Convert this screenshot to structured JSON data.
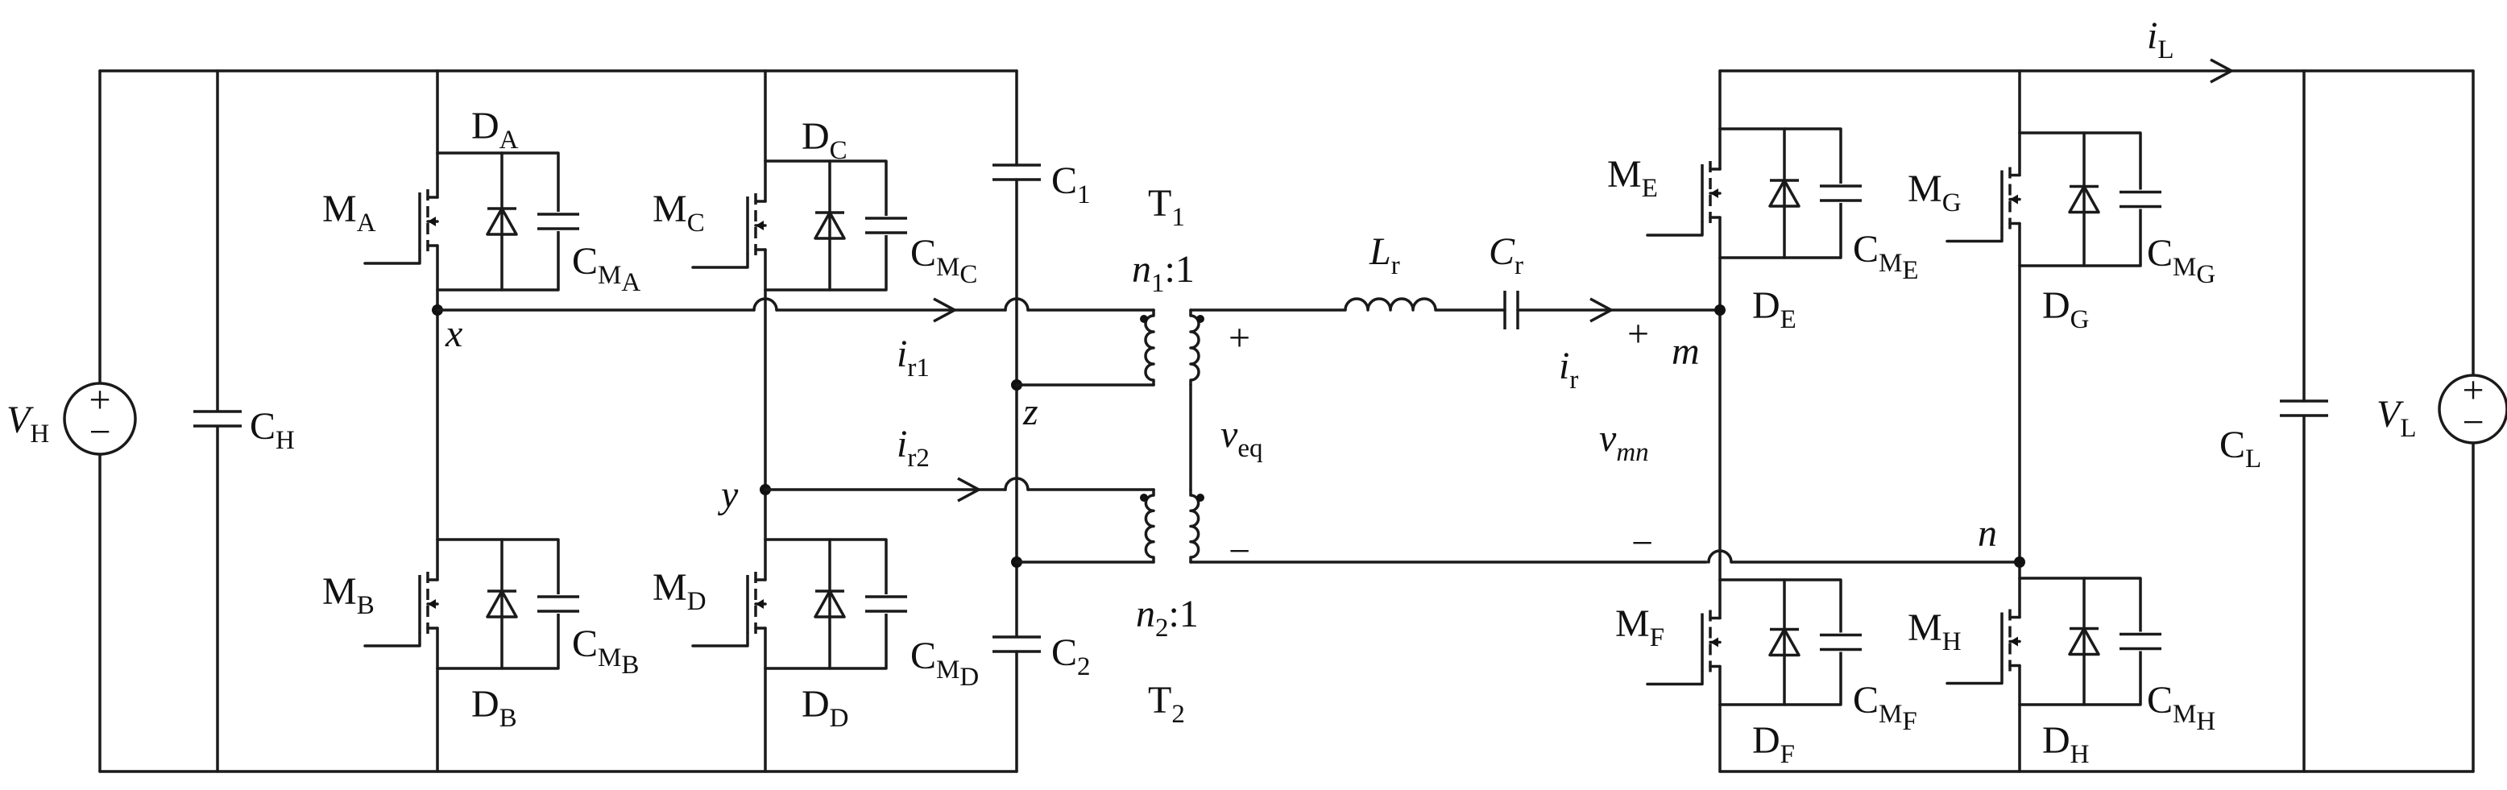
{
  "title": "",
  "labels": {
    "VH": [
      "V",
      "H"
    ],
    "VL": [
      "V",
      "L"
    ],
    "CH": [
      "C",
      "H"
    ],
    "CL": [
      "C",
      "L"
    ],
    "C1": [
      "C",
      "1"
    ],
    "C2": [
      "C",
      "2"
    ],
    "T1": [
      "T",
      "1"
    ],
    "T2": [
      "T",
      "2"
    ],
    "n1": [
      "n",
      "1",
      ":1"
    ],
    "n2": [
      "n",
      "2",
      ":1"
    ],
    "Lr": [
      "L",
      "r"
    ],
    "Cr": [
      "C",
      "r"
    ],
    "ir": [
      "i",
      "r"
    ],
    "ir1": [
      "i",
      "r1"
    ],
    "ir2": [
      "i",
      "r2"
    ],
    "iL": [
      "i",
      "L"
    ],
    "veq": [
      "v",
      "eq"
    ],
    "vmn": [
      "v",
      "mn"
    ],
    "x": "x",
    "y": "y",
    "z": "z",
    "m": "m",
    "n": "n",
    "plus1": "+",
    "minus1": "−",
    "plus2": "+",
    "minus2": "−",
    "sources_plus": "+",
    "sources_minus": "−"
  },
  "switches": [
    {
      "id": "A",
      "M": [
        "M",
        "A"
      ],
      "D": [
        "D",
        "A"
      ],
      "C": [
        "C",
        "M",
        "A"
      ]
    },
    {
      "id": "B",
      "M": [
        "M",
        "B"
      ],
      "D": [
        "D",
        "B"
      ],
      "C": [
        "C",
        "M",
        "B"
      ]
    },
    {
      "id": "C",
      "M": [
        "M",
        "C"
      ],
      "D": [
        "D",
        "C"
      ],
      "C": [
        "C",
        "M",
        "C"
      ]
    },
    {
      "id": "D",
      "M": [
        "M",
        "D"
      ],
      "D": [
        "D",
        "D"
      ],
      "C": [
        "C",
        "M",
        "D"
      ]
    },
    {
      "id": "E",
      "M": [
        "M",
        "E"
      ],
      "D": [
        "D",
        "E"
      ],
      "C": [
        "C",
        "M",
        "E"
      ]
    },
    {
      "id": "F",
      "M": [
        "M",
        "F"
      ],
      "D": [
        "D",
        "F"
      ],
      "C": [
        "C",
        "M",
        "F"
      ]
    },
    {
      "id": "G",
      "M": [
        "M",
        "G"
      ],
      "D": [
        "D",
        "G"
      ],
      "C": [
        "C",
        "M",
        "G"
      ]
    },
    {
      "id": "H",
      "M": [
        "M",
        "H"
      ],
      "D": [
        "D",
        "H"
      ],
      "C": [
        "C",
        "M",
        "H"
      ]
    }
  ]
}
